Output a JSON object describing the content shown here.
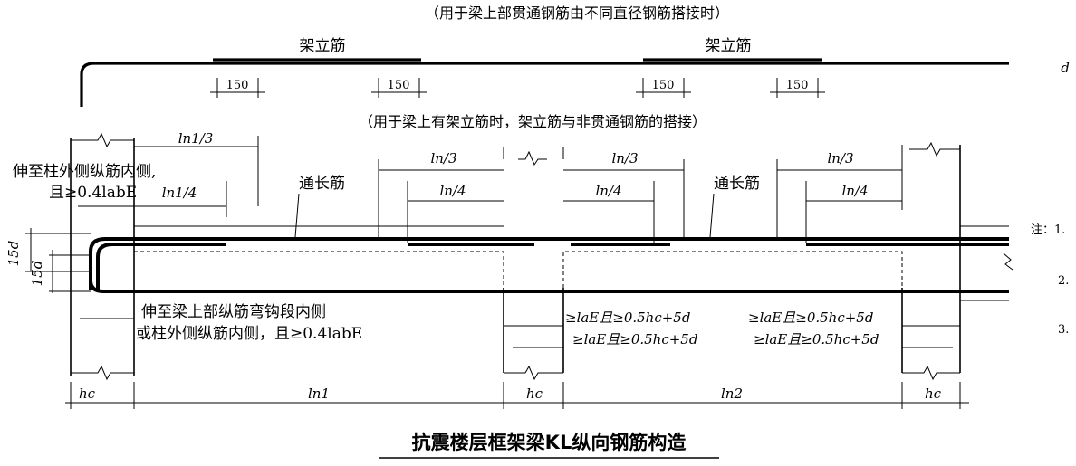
{
  "captions": {
    "top": "（用于梁上部贯通钢筋由不同直径钢筋搭接时）",
    "middle": "（用于梁上有架立筋时，架立筋与非贯通钢筋的搭接）",
    "title": "抗震楼层框架梁KL纵向钢筋构造"
  },
  "labels": {
    "erect_bar": "架立筋",
    "through_bar": "通长筋",
    "side_d": "d",
    "lap_150": "150"
  },
  "dims": {
    "ln1_3": "ln1/3",
    "ln1_4": "ln1/4",
    "ln_3": "ln/3",
    "ln_4": "ln/4",
    "15d": "15d",
    "hc": "hc",
    "ln1": "ln1",
    "ln2": "ln2"
  },
  "notes": {
    "left1": "伸至柱外侧纵筋内侧,",
    "left2": "且≥0.4labE",
    "bottom1": "伸至梁上部纵筋弯钩段内侧",
    "bottom2": "或柱外侧纵筋内侧，且≥0.4labE",
    "anchor1": "≥laE且≥0.5hc+5d",
    "anchor2": "≥laE且≥0.5hc+5d",
    "anchor3": "≥laE且≥0.5hc+5d",
    "anchor4": "≥laE且≥0.5hc+5d"
  },
  "side_notes": {
    "label": "注：1.",
    "n2": "2.",
    "n3": "3."
  }
}
